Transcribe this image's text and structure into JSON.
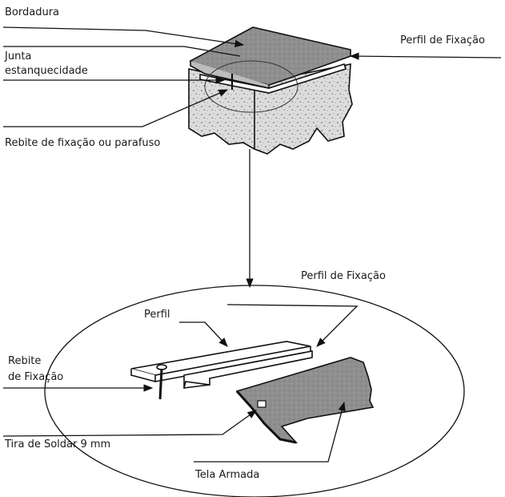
{
  "labels": {
    "bordadura": "Bordadura",
    "junta_line1": "Junta",
    "junta_line2": "estanquecidade",
    "perfil_fixacao_top": "Perfil de Fixação",
    "rebite_parafuso": "Rebite de fixação ou parafuso",
    "perfil_fixacao_detail": "Perfil de Fixação",
    "perfil": "Perfil",
    "rebite_line1": "Rebite",
    "rebite_line2": "de Fixação",
    "tira_soldar": "Tira de Soldar 9 mm",
    "tela_armada": "Tela Armada"
  },
  "colors": {
    "line": "#111111",
    "membrane_fill": "#8f8f8f",
    "concrete_fill": "#dcdcdc",
    "profile_fill": "#ffffff",
    "text": "#1a1a1a"
  }
}
